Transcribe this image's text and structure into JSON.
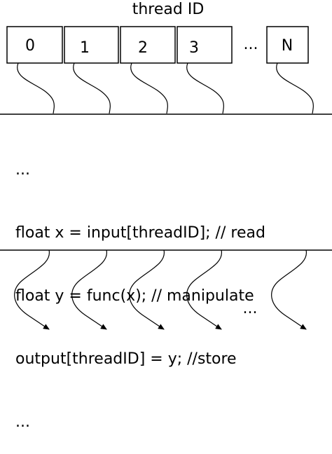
{
  "header": {
    "title": "thread ID"
  },
  "threads": [
    {
      "label": "0"
    },
    {
      "label": "1"
    },
    {
      "label": "2"
    },
    {
      "label": "3"
    },
    {
      "label": "N"
    }
  ],
  "top_ellipsis": "...",
  "code_lines": [
    "...",
    "float x = input[threadID]; // read",
    "float y = func(x); // manipulate",
    "output[threadID] = y; //store",
    "..."
  ],
  "bottom_ellipsis": "..."
}
